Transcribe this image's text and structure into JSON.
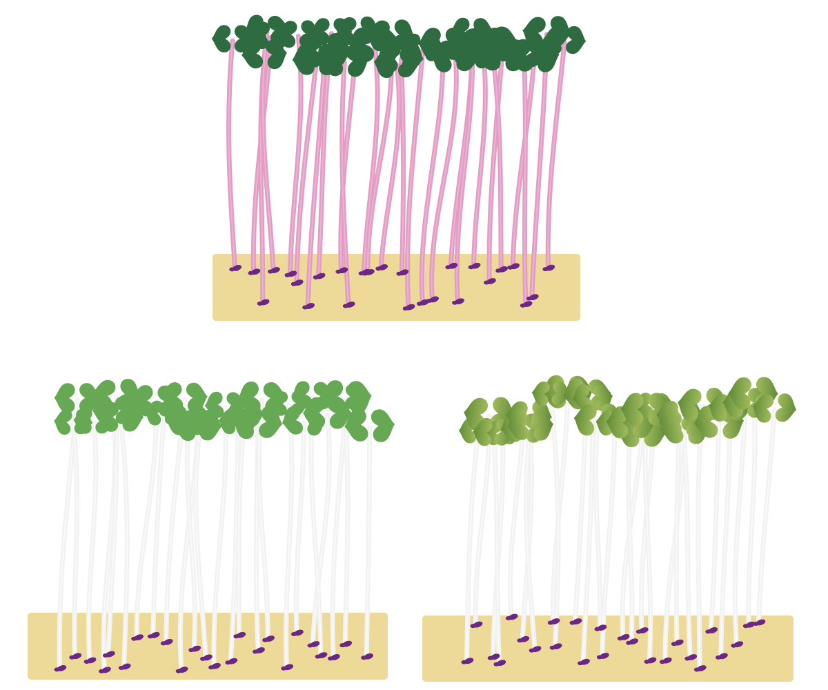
{
  "scene": {
    "groups": [
      {
        "id": "pink-stem-microgreens",
        "tray_color": "#EDD998",
        "stem_color": "#E39CC4",
        "leaf_color": "#2F6B40",
        "seed_color": "#6B2883",
        "sprout_count": 26
      },
      {
        "id": "white-stem-light-green-microgreens",
        "tray_color": "#EDD998",
        "stem_color": "#F2F2F2",
        "leaf_color": "#66A854",
        "seed_color": "#6B2883",
        "sprout_count": 24
      },
      {
        "id": "white-stem-olive-gradient-microgreens",
        "tray_color": "#EDD998",
        "stem_color": "#F2F2F2",
        "leaf_color_light": "#A2BB5E",
        "leaf_color_dark": "#5F8A36",
        "seed_color": "#6B2883",
        "sprout_count": 26
      }
    ]
  }
}
